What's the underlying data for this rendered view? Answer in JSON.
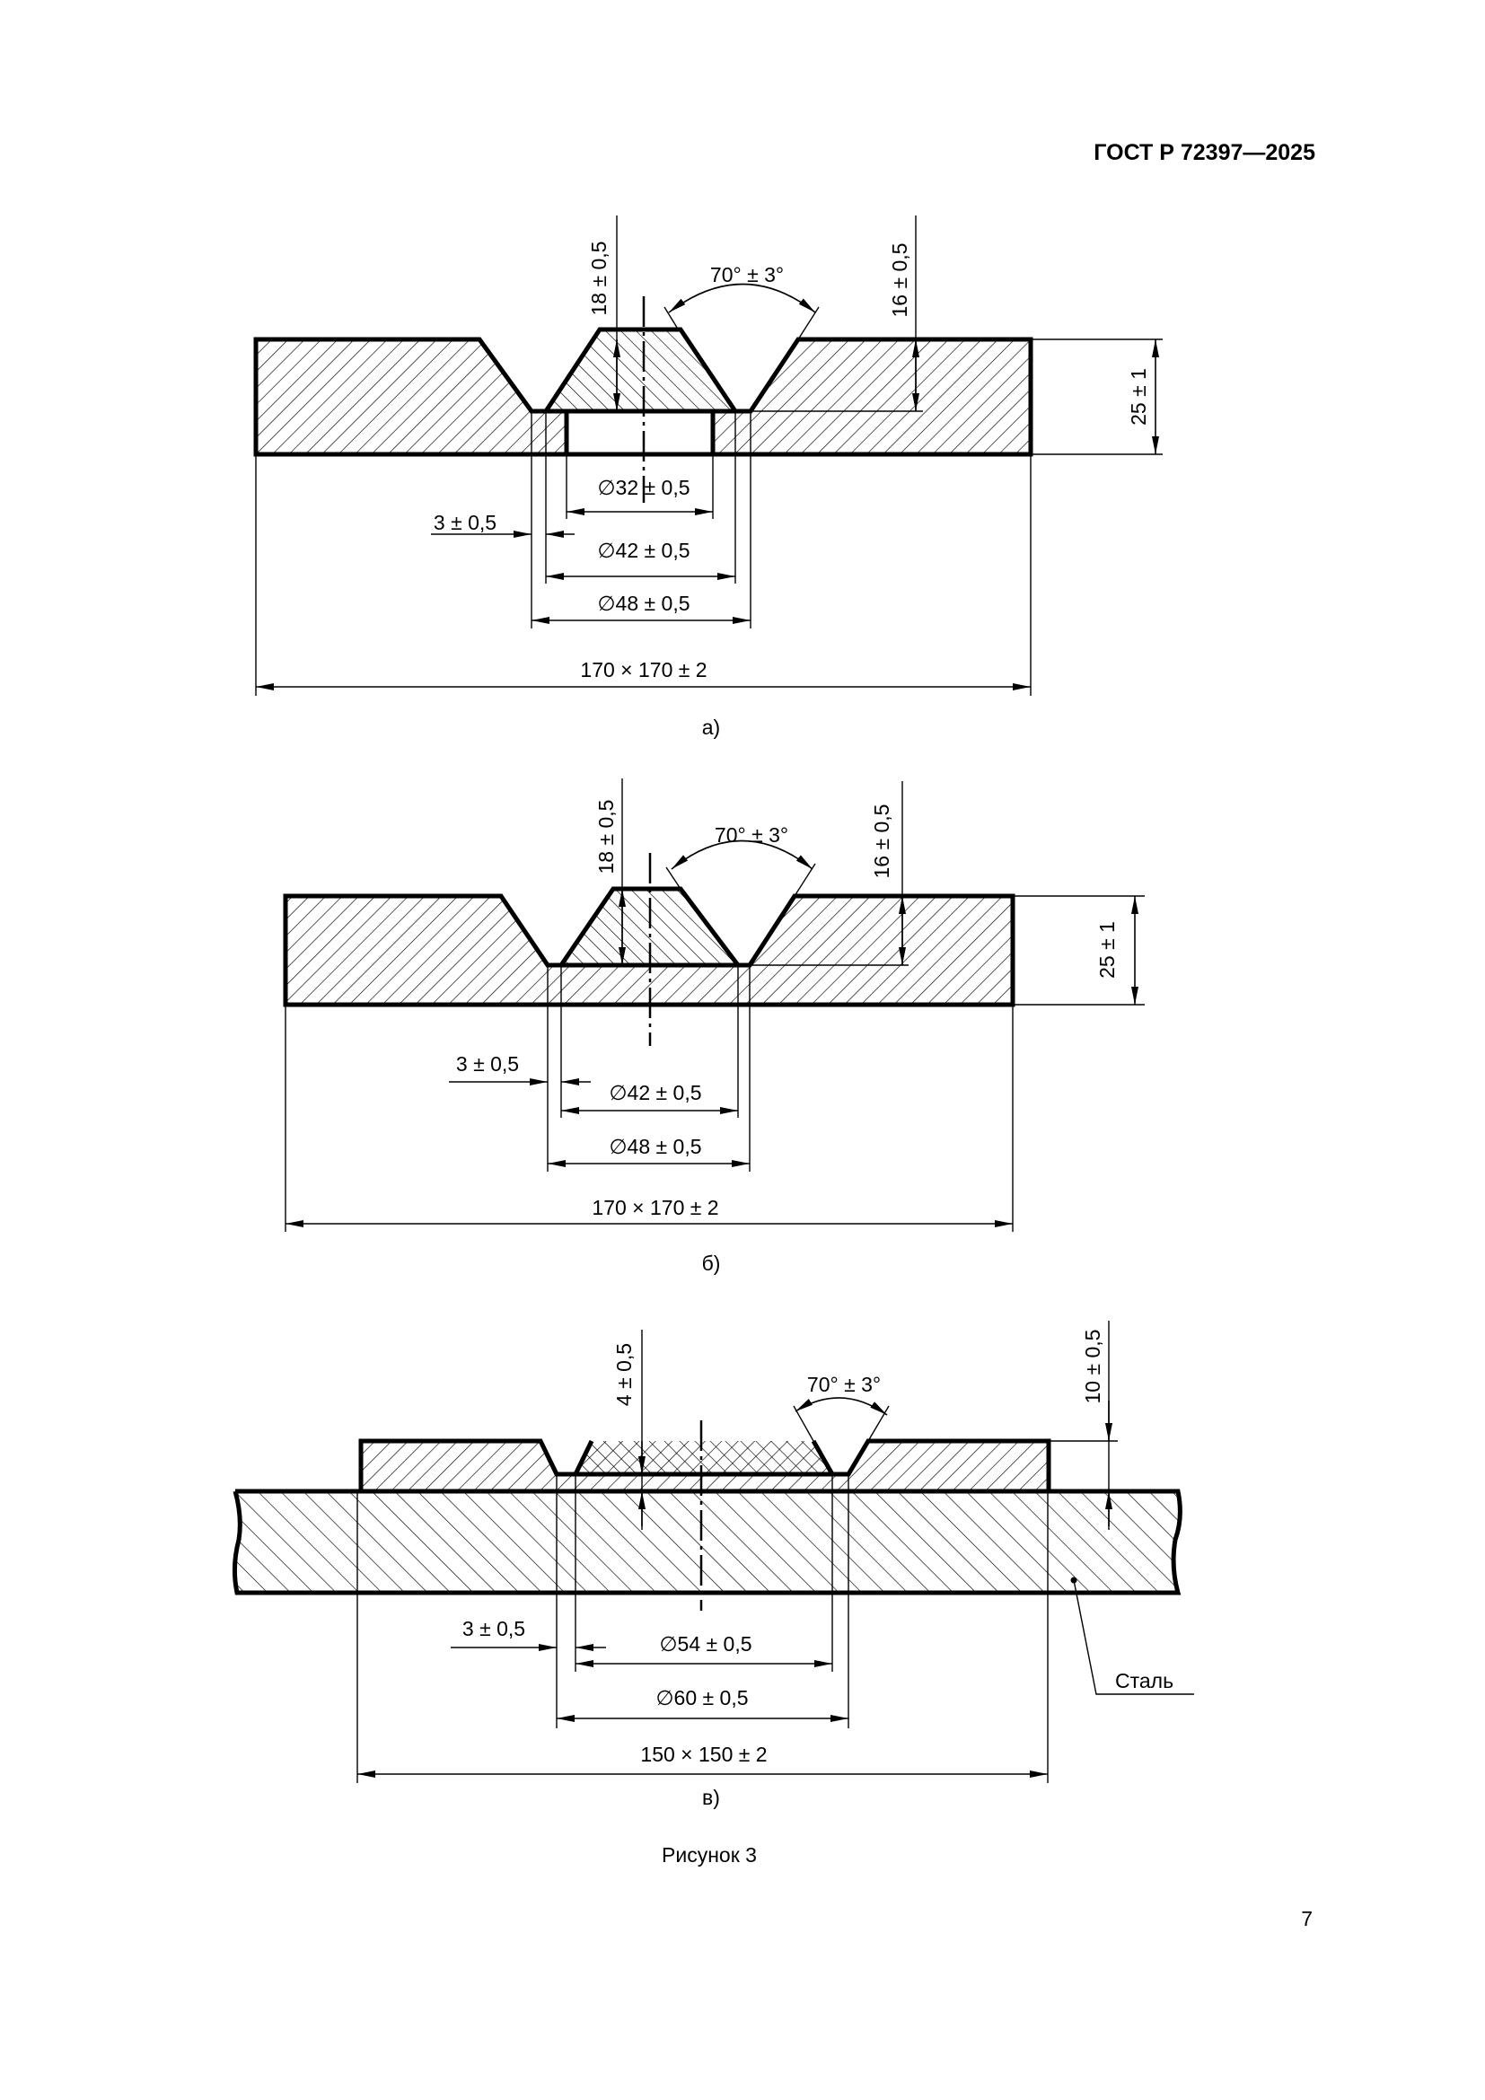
{
  "header": {
    "standard": "ГОСТ Р 72397—2025"
  },
  "figures": [
    {
      "label": "а)",
      "dims": {
        "depth_insert": "18 ± 0,5",
        "angle": "70° ± 3°",
        "depth_groove": "16 ± 0,5",
        "thickness": "25 ± 1",
        "d_hole": "∅32 ± 0,5",
        "gap": "3 ± 0,5",
        "d_inner": "∅42 ± 0,5",
        "d_outer": "∅48 ± 0,5",
        "size": "170 × 170 ± 2"
      }
    },
    {
      "label": "б)",
      "dims": {
        "depth_insert": "18 ± 0,5",
        "angle": "70° ± 3°",
        "depth_groove": "16 ± 0,5",
        "thickness": "25 ± 1",
        "gap": "3 ± 0,5",
        "d_inner": "∅42 ± 0,5",
        "d_outer": "∅48 ± 0,5",
        "size": "170 × 170 ± 2"
      }
    },
    {
      "label": "в)",
      "dims": {
        "depth_insert": "4 ± 0,5",
        "angle": "70° ± 3°",
        "depth_total": "10 ± 0,5",
        "gap": "3 ± 0,5",
        "d_inner": "∅54 ± 0,5",
        "d_outer": "∅60 ± 0,5",
        "size": "150 × 150 ± 2"
      },
      "material_label": "Сталь"
    }
  ],
  "caption": "Рисунок 3",
  "page_number": "7"
}
